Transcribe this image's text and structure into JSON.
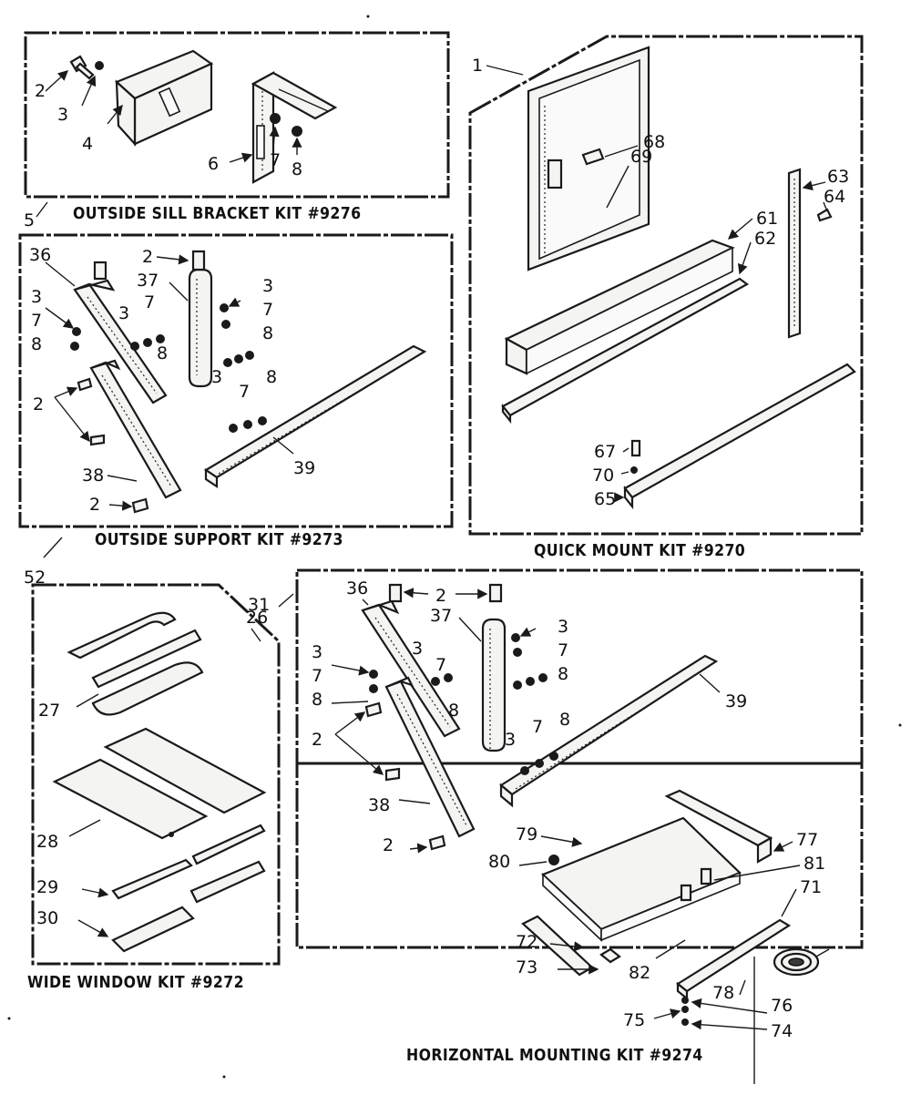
{
  "kits": {
    "outside_sill": {
      "title": "OUTSIDE SILL BRACKET KIT #9276"
    },
    "quick_mount": {
      "title": "QUICK MOUNT KIT #9270"
    },
    "outside_support": {
      "title": "OUTSIDE SUPPORT KIT #9273"
    },
    "wide_window": {
      "title": "WIDE WINDOW KIT #9272"
    },
    "horizontal": {
      "title": "HORIZONTAL MOUNTING KIT #9274"
    }
  },
  "callouts": {
    "sill": [
      "2",
      "3",
      "4",
      "6",
      "7",
      "8",
      "5"
    ],
    "quick": [
      "1",
      "68",
      "69",
      "63",
      "64",
      "61",
      "62",
      "67",
      "70",
      "65"
    ],
    "support": [
      "36",
      "2",
      "37",
      "3",
      "7",
      "8",
      "3",
      "7",
      "8",
      "3",
      "7",
      "8",
      "3",
      "7",
      "8",
      "2",
      "38",
      "39",
      "2",
      "52"
    ],
    "wide": [
      "26",
      "27",
      "28",
      "29",
      "30"
    ],
    "horiz": [
      "31",
      "36",
      "2",
      "37",
      "3",
      "7",
      "8",
      "3",
      "7",
      "8",
      "3",
      "7",
      "8",
      "3",
      "7",
      "8",
      "2",
      "39",
      "38",
      "2",
      "79",
      "80",
      "77",
      "81",
      "71",
      "72",
      "73",
      "82",
      "78",
      "76",
      "75",
      "74"
    ]
  }
}
